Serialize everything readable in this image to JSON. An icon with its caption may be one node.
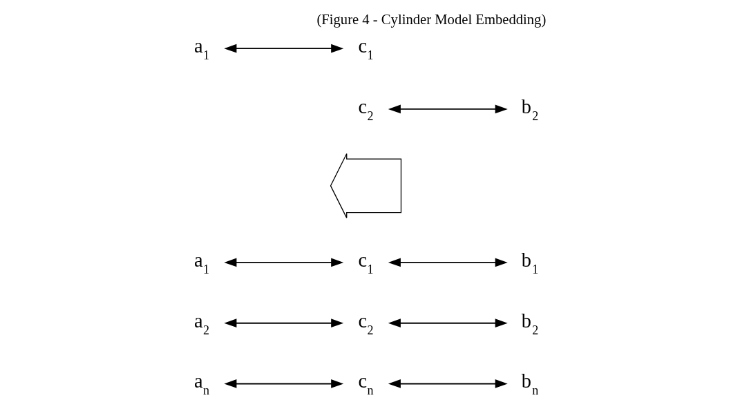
{
  "diagram": {
    "title": "(Figure 4 - Cylinder Model Embedding)",
    "nodes": [
      {
        "text": [
          "a$_{1}$"
        ]
      },
      {
        "text": [
          "c$_{1}$"
        ]
      },
      {
        "text": [
          "c$_{2}$"
        ]
      },
      {
        "text": [
          "b$_{2}$"
        ]
      },
      {
        "text": [],
        "shape": "arrow"
      },
      {
        "text": [
          "a$_{1}$"
        ]
      },
      {
        "text": [
          "c$_{1}$"
        ]
      },
      {
        "text": [
          "b$_{1}$"
        ]
      },
      {
        "text": [
          "a$_{2}$"
        ]
      },
      {
        "text": [
          "c$_{2}$"
        ]
      },
      {
        "text": [
          "b$_{2}$"
        ]
      },
      {
        "text": [
          "a$_{n}$"
        ]
      },
      {
        "text": [
          "c$_{n}$"
        ]
      },
      {
        "text": [
          "b$_{n}$"
        ]
      }
    ],
    "edges": [
      {
        "from": 0,
        "to": 1,
        "arrow": "both"
      },
      {
        "from": 2,
        "to": 3,
        "arrow": "both"
      },
      {
        "from": 5,
        "to": 6,
        "arrow": "both"
      },
      {
        "from": 6,
        "to": 7,
        "arrow": "both"
      },
      {
        "from": 8,
        "to": 9,
        "arrow": "both"
      },
      {
        "from": 9,
        "to": 10,
        "arrow": "both"
      },
      {
        "from": 11,
        "to": 12,
        "arrow": "both"
      },
      {
        "from": 12,
        "to": 13,
        "arrow": "both"
      }
    ]
  }
}
